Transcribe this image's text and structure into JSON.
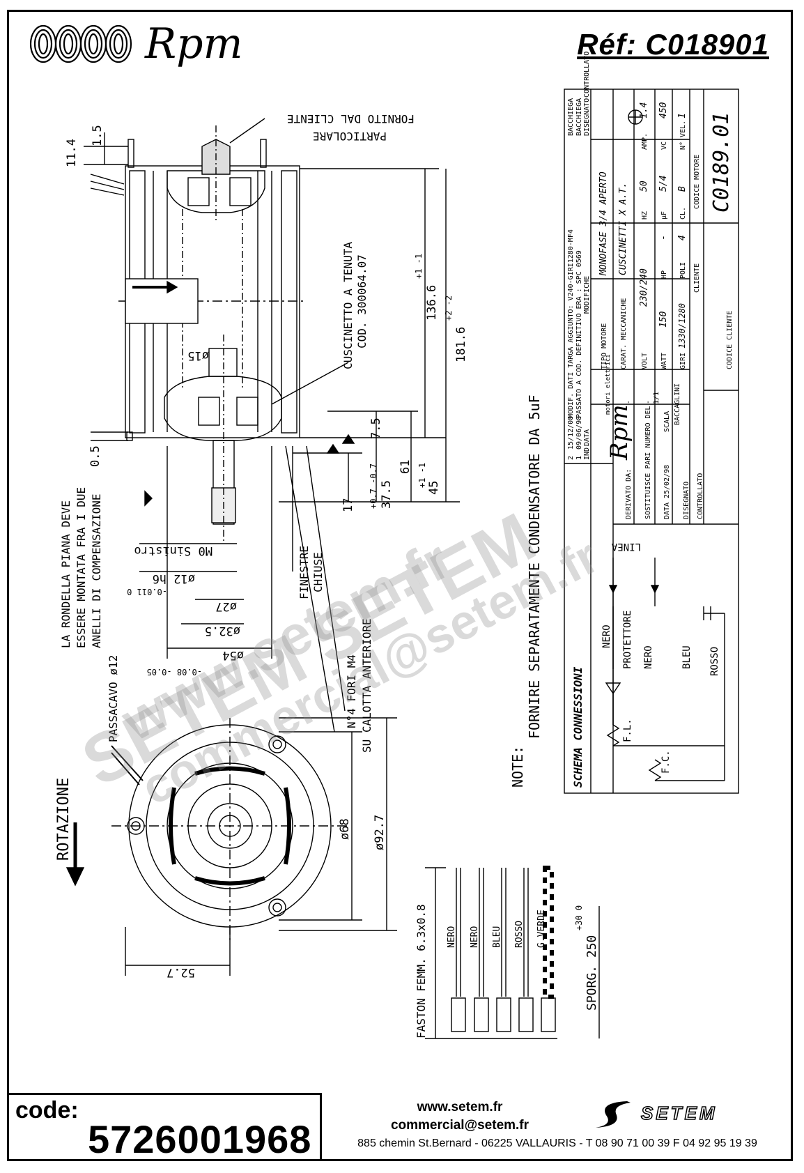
{
  "header": {
    "brand": "Rpm",
    "reference": "Réf:  C018901"
  },
  "drawing": {
    "dimensions": {
      "d_11_4": "11.4",
      "d_1_5": "1.5",
      "d_0_5": "0.5",
      "d_136_6": "136.6",
      "d_136_6_tol": "+1 -1",
      "d_181_6": "181.6",
      "d_181_6_tol": "+2 -2",
      "d_7_5": "7.5",
      "d_61": "61",
      "d_45": "45",
      "d_45_tol": "+1 -1",
      "d_37_5": "37.5",
      "d_37_5_tol": "+0.7 -0.7",
      "d_17": "17",
      "d_15": "ø15",
      "d_m0": "M0 Sinistro",
      "d_12": "ø12 h6",
      "d_12_tol": "-0.011 0",
      "d_27": "ø27",
      "d_32_5": "ø32.5",
      "d_54": "ø54",
      "d_54_tol": "-0.08 -0.05",
      "d_68": "ø68",
      "d_92_7": "ø92.7",
      "d_52_7": "52.7"
    },
    "notes": {
      "particolare": "PARTICOLARE",
      "fornito": "FORNITO DAL CLIENTE",
      "cuscinetto": "CUSCINETTO A TENUTA",
      "cuscinetto_cod": "COD. 300064.07",
      "finestre": "FINESTRE",
      "chiuse": "CHIUSE",
      "rondella_1": "LA RONDELLA PIANA DEVE",
      "rondella_2": "ESSERE MONTATA FRA I DUE",
      "rondella_3": "ANELLI DI COMPENSAZIONE",
      "passacavo": "PASSACAVO ø12",
      "fori_1": "N°4 FORI M4",
      "fori_2": "SU CALOTTA ANTERIORE",
      "rotazione": "ROTAZIONE",
      "note_title": "NOTE:",
      "note_text": "FORNIRE SEPARATAMENTE CONDENSATORE DA 5uF",
      "faston": "FASTON FEMM. 6.3x0.8",
      "sporg": "SPORG. 250",
      "sporg_tol": "+30 0"
    },
    "wires": [
      "NERO",
      "NERO",
      "BLEU",
      "ROSSO",
      "G.VERDE"
    ],
    "schema": {
      "title": "SCHEMA CONNESSIONI",
      "linea": "LINEA",
      "nero": "NERO",
      "protettore": "PROTETTORE",
      "nero2": "NERO",
      "bleu": "BLEU",
      "rosso": "ROSSO",
      "fl": "F.L.",
      "fc": "F.C."
    },
    "title_block": {
      "rev_rows": [
        [
          "2",
          "15/12/08",
          "MODIF. DATI TARGA AGGIUNTO: V240-GIRI1280-MF4",
          "BACCHIEGA"
        ],
        [
          "1",
          "09/06/98",
          "PASSATO A COD. DEFINITIVO ERA : SPC 0569",
          "BACCHIEGA"
        ],
        [
          "IND.",
          "DATA",
          "MODIFICHE",
          "DISEGNATO"
        ]
      ],
      "controllato": "CONTROLLATO",
      "brand": "Rpm",
      "brand_sub": "motori elettrici",
      "tipo_label": "TIPO MOTORE",
      "tipo_value": "MONOFASE 3/4  APERTO",
      "carat_label": "CARAT. MECCANICHE",
      "carat_value": "CUSCINETTI X A.T.",
      "volt_label": "VOLT",
      "volt_value": "230/240",
      "hz_label": "HZ",
      "hz_value": "50",
      "amp_label": "AMP.",
      "amp_value": "1.4",
      "watt_label": "WATT",
      "watt_value": "150",
      "hp_label": "HP",
      "hp_value": "-",
      "uf_label": "µF",
      "uf_value": "5/4",
      "vc_label": "VC",
      "vc_value": "450",
      "giri_label": "GIRI",
      "giri_value": "1330/1280",
      "poli_label": "POLI",
      "poli_value": "4",
      "cl_label": "CL.",
      "cl_value": "B",
      "vel_label": "N° VEL.",
      "vel_value": "1",
      "derivato": "DERIVATO DA:",
      "derivato_value": "-",
      "sostituisce": "SOSTITUISCE PARI NUMERO DEL",
      "sostituisce_value": "-",
      "data_label": "DATA",
      "data_value": "25/02/98",
      "scala_label": "SCALA",
      "scala_value": "1/1",
      "cliente_label": "CLIENTE",
      "disegnato_label": "DISEGNATO",
      "disegnato_value": "BACCAGLINI",
      "controllato_label": "CONTROLLATO",
      "codice_cliente": "CODICE CLIENTE",
      "codice_motore_label": "CODICE MOTORE",
      "codice_motore_value": "C0189.01"
    }
  },
  "footer": {
    "code_label": "code:",
    "code_value": "5726001968",
    "website": "www.setem.fr",
    "email": "commercial@setem.fr",
    "address": "885 chemin St.Bernard  -  06225 VALLAURIS  -  T 08 90 71 00 39   F 04 92 95 19 39",
    "brand": "SETEM"
  },
  "watermark": {
    "line1": "www.setem.fr",
    "line2": "SETEM SETEM",
    "line3": "commercial@setem.fr"
  }
}
